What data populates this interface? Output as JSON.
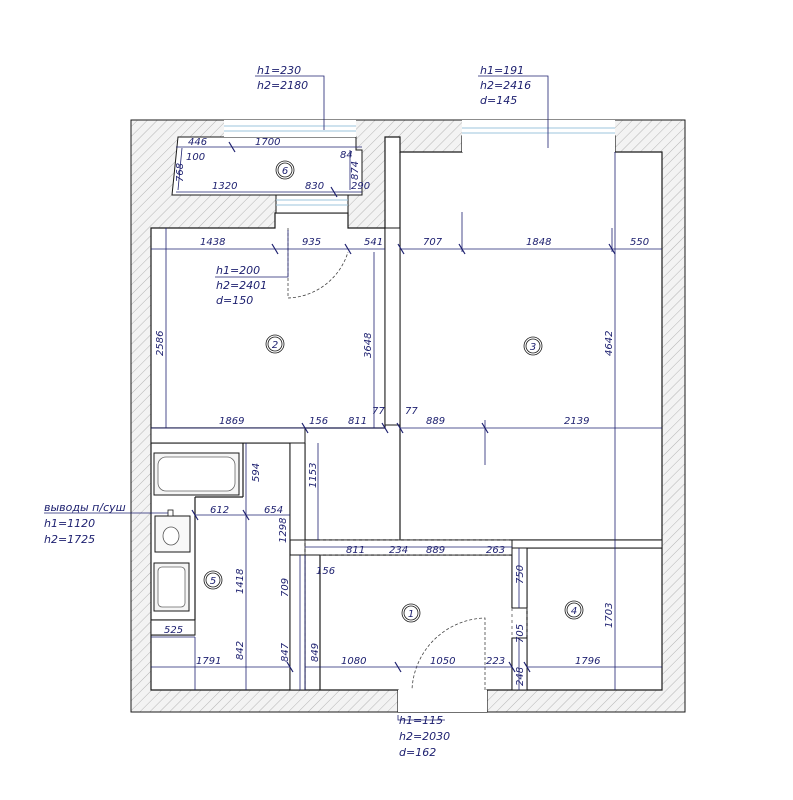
{
  "callouts": {
    "balcony_window": {
      "h1": "h1=230",
      "h2": "h2=2180"
    },
    "room3_window": {
      "h1": "h1=191",
      "h2": "h2=2416",
      "d": "d=145"
    },
    "room2_door": {
      "h1": "h1=200",
      "h2": "h2=2401",
      "d": "d=150"
    },
    "entrance_door": {
      "h1": "h1=115",
      "h2": "h2=2030",
      "d": "d=162"
    },
    "dryer_outlet": {
      "title": "выводы п/суш",
      "h1": "h1=1120",
      "h2": "h2=1725"
    }
  },
  "rooms": [
    "1",
    "2",
    "3",
    "4",
    "5",
    "6"
  ],
  "dims": {
    "balcony_446": "446",
    "balcony_1700": "1700",
    "balcony_100": "100",
    "balcony_84": "84",
    "balcony_768": "768",
    "balcony_874": "874",
    "balcony_1320": "1320",
    "balcony_830": "830",
    "balcony_290": "290",
    "r2_1438": "1438",
    "r2_935": "935",
    "r2_541": "541",
    "r2_2586": "2586",
    "r2_3648": "3648",
    "r3_707": "707",
    "r3_1848": "1848",
    "r3_550": "550",
    "r3_4642": "4642",
    "r2_1869": "1869",
    "r2_156": "156",
    "r2_811": "811",
    "r2_77": "77",
    "r3_77": "77",
    "r3_889": "889",
    "r3_2139": "2139",
    "b_594": "594",
    "b_1153": "1153",
    "b_612": "612",
    "b_654": "654",
    "b_1298": "1298",
    "h_811": "811",
    "h_234": "234",
    "h_889": "889",
    "h_263": "263",
    "h_156": "156",
    "b_1418": "1418",
    "h_709": "709",
    "h_750": "750",
    "r4_1703": "1703",
    "b_525": "525",
    "b_842": "842",
    "h_847": "847",
    "h_849": "849",
    "h_705": "705",
    "b_1791": "1791",
    "h_1080": "1080",
    "h_1050": "1050",
    "h_223": "223",
    "h_248": "248",
    "r4_1796": "1796"
  },
  "colors": {
    "ink": "#1e2170",
    "wall": "#1a1a1a",
    "hatch": "#b0b0b0",
    "wall_fill": "#f1f1f1",
    "glass": "#9ec6dd"
  }
}
